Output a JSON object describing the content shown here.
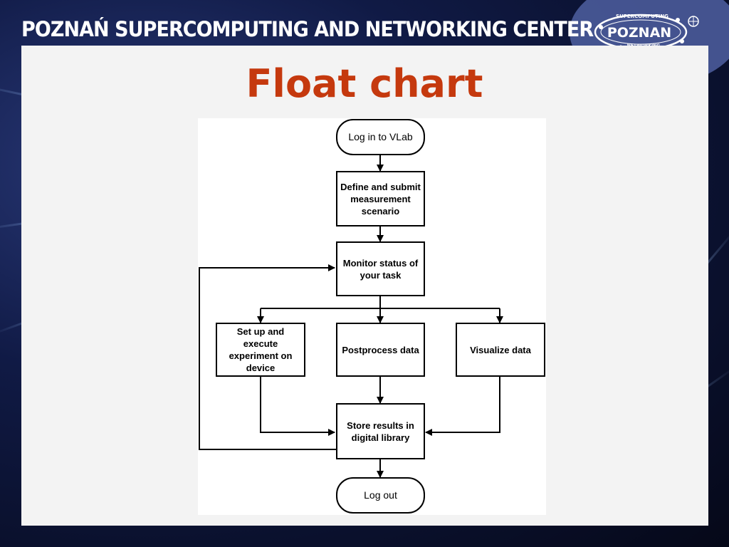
{
  "header": {
    "org_name": "POZNAŃ SUPERCOMPUTING AND NETWORKING CENTER",
    "logo_text": "POZNAN",
    "logo_ring_top": "SUPERCOMPUTING",
    "logo_ring_bottom": "NETWORKING"
  },
  "slide": {
    "title": "Float chart"
  },
  "flowchart": {
    "nodes": {
      "login": "Log in to VLab",
      "define": "Define and submit measurement scenario",
      "monitor": "Monitor status of your task",
      "setup": "Set up and execute experiment on device",
      "postprocess": "Postprocess data",
      "visualize": "Visualize data",
      "store": "Store results in digital library",
      "logout": "Log out"
    }
  },
  "colors": {
    "title": "#c5390e",
    "header_text": "#ffffff",
    "slide_bg": "#f3f3f3"
  }
}
